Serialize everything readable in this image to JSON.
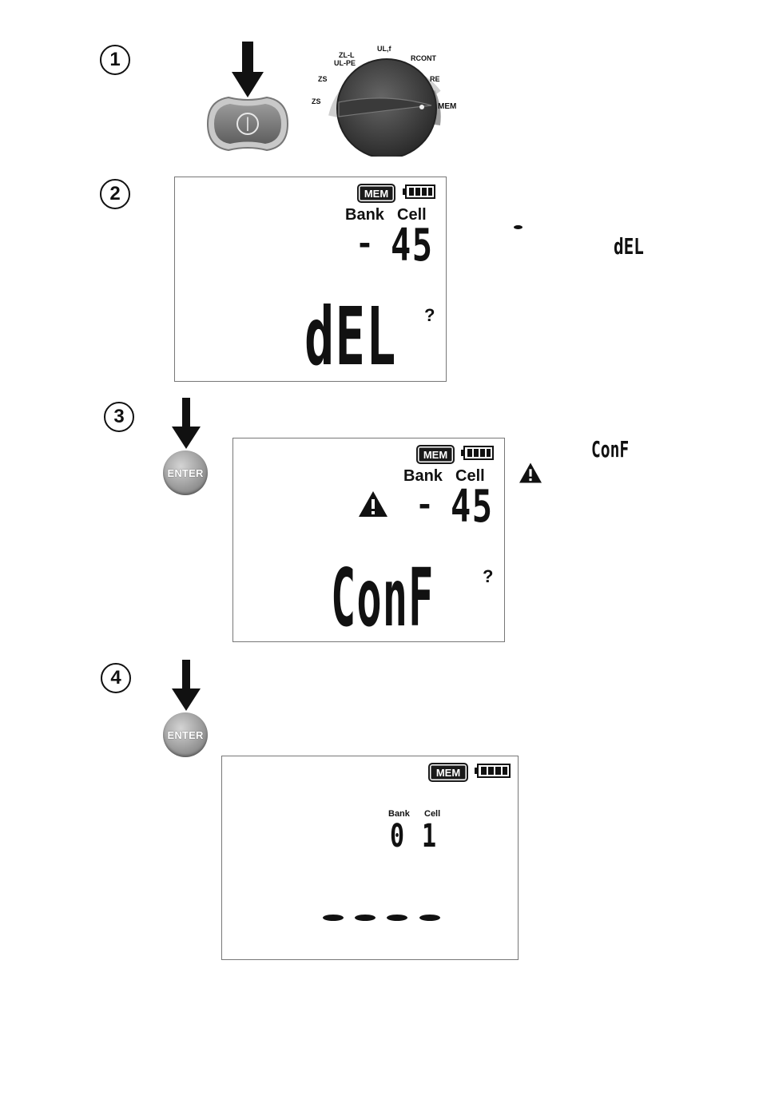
{
  "steps": [
    {
      "number": "1"
    },
    {
      "number": "2"
    },
    {
      "number": "3"
    },
    {
      "number": "4"
    }
  ],
  "power_button": {
    "icon": "power-icon",
    "glyph": "⏻"
  },
  "rotary_switch": {
    "positions": [
      "ZS",
      "ZS",
      "ZL-L",
      "UL-PE",
      "UL,f",
      "RCONT",
      "RE",
      "MEM"
    ],
    "current": "MEM"
  },
  "enter_button": {
    "label": "ENTER"
  },
  "screen2": {
    "mem": "MEM",
    "bank_label": "Bank",
    "cell_label": "Cell",
    "bank_value": "-",
    "cell_value": "45",
    "main": "dEL",
    "question": "?"
  },
  "screen3": {
    "mem": "MEM",
    "bank_label": "Bank",
    "cell_label": "Cell",
    "bank_value": "-",
    "cell_value": "45",
    "main": "ConF",
    "question": "?",
    "warning_icon": "warning-icon"
  },
  "screen4": {
    "mem": "MEM",
    "bank_label": "Bank",
    "cell_label": "Cell",
    "bank_value": "0",
    "cell_value": "1"
  },
  "side_codes": {
    "dash": "-",
    "del": "dEL",
    "conf": "ConF"
  }
}
